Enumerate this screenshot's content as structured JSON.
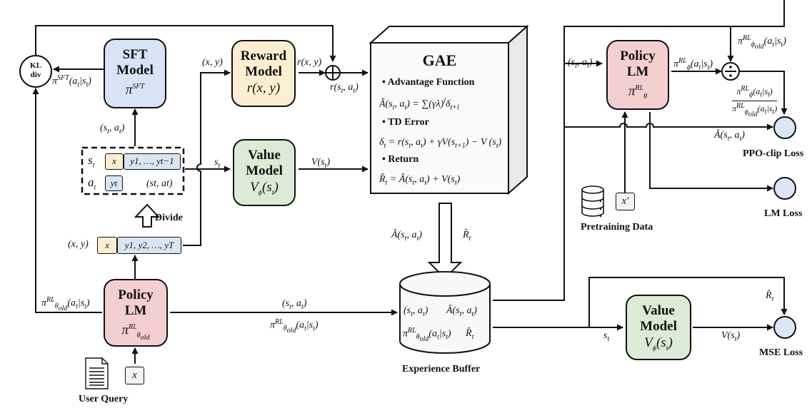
{
  "colors": {
    "sft_fill": "#d6e4f5",
    "reward_fill": "#fcefd1",
    "value_fill": "#dbebd5",
    "policy_fill": "#f4cfd1",
    "loss_fill": "#dde6f5",
    "token_x_fill": "#fcefd1",
    "token_y_fill": "#dae5f4",
    "stroke": "#111111"
  },
  "kl": {
    "line1": "KL",
    "line2": "div"
  },
  "sft_model": {
    "title1": "SFT",
    "title2": "Model",
    "math": "π^SFT"
  },
  "reward_model": {
    "title1": "Reward",
    "title2": "Model",
    "math": "r(x, y)"
  },
  "value_model_top": {
    "title1": "Value",
    "title2": "Model",
    "math": "Vϕ(st)"
  },
  "policy_lm_old": {
    "title1": "Policy",
    "title2": "LM",
    "math": "π^RL θold"
  },
  "policy_lm_new": {
    "title1": "Policy",
    "title2": "LM",
    "math": "π^RL θ"
  },
  "value_model_bottom": {
    "title1": "Value",
    "title2": "Model",
    "math": "Vϕ(st)"
  },
  "gae": {
    "title": "GAE",
    "items": [
      {
        "heading": "•   Advantage Function",
        "equation": "Â(st, at) = ∑(γλ)^l δt+l"
      },
      {
        "heading": "•   TD Error",
        "equation": "δt = r(st, at) + γV(st+1) − V (st)"
      },
      {
        "heading": "•   Return",
        "equation": "R̂t = Â(st, at) + V(st)"
      }
    ]
  },
  "divide_box": {
    "state_label": "st",
    "action_label": "at",
    "state_tokens": [
      "x",
      "y1, …, yt−1"
    ],
    "action_tokens": [
      "yt"
    ],
    "pair_label": "(st, at)"
  },
  "divide_label": "Divide",
  "sequence": {
    "label": "(x, y)",
    "tokens": [
      "x",
      "y1, y2, …, yT"
    ]
  },
  "user_query": {
    "token": "x",
    "caption": "User Query"
  },
  "pretraining": {
    "token": "x′",
    "caption": "Pretraining Data"
  },
  "experience_buffer": {
    "caption": "Experience Buffer",
    "row1": [
      "(st, at)",
      "Â(st, at)"
    ],
    "row2": [
      "π^RL θold(at|st)",
      "R̂t"
    ]
  },
  "losses": {
    "ppo": "PPO-clip Loss",
    "lm": "LM Loss",
    "mse": "MSE Loss"
  },
  "edge_labels": {
    "sft_to_kl": "π^SFT(at|st)",
    "into_sft": "(st, at)",
    "xy_to_reward": "(x, y)",
    "reward_out": "r(x, y)",
    "sum_out": "r(st, at)",
    "st_to_value": "st",
    "value_out": "V(st)",
    "policy_old_to_kl": "π^RL θold(at|st)",
    "policy_to_buffer_top": "(st, at)",
    "policy_to_buffer_bottom": "π^RL θold(at|st)",
    "gae_to_buffer_left": "Â(st, at)",
    "gae_to_buffer_right": "R̂t",
    "into_policy_new": "(st, at)",
    "policy_new_out": "π^RL ϕ(at|st)",
    "old_prob_in": "π^RL ϕold(at|st)",
    "ratio": "π^RL ϕ(at|st) / π^RL ϕold(at|st)",
    "adv_to_ppo": "Â(st, at)",
    "st_to_value_bottom": "st",
    "value_bottom_out": "V(st)",
    "return_to_mse": "R̂t"
  },
  "operators": {
    "sum": "⊕",
    "divide": "÷"
  }
}
